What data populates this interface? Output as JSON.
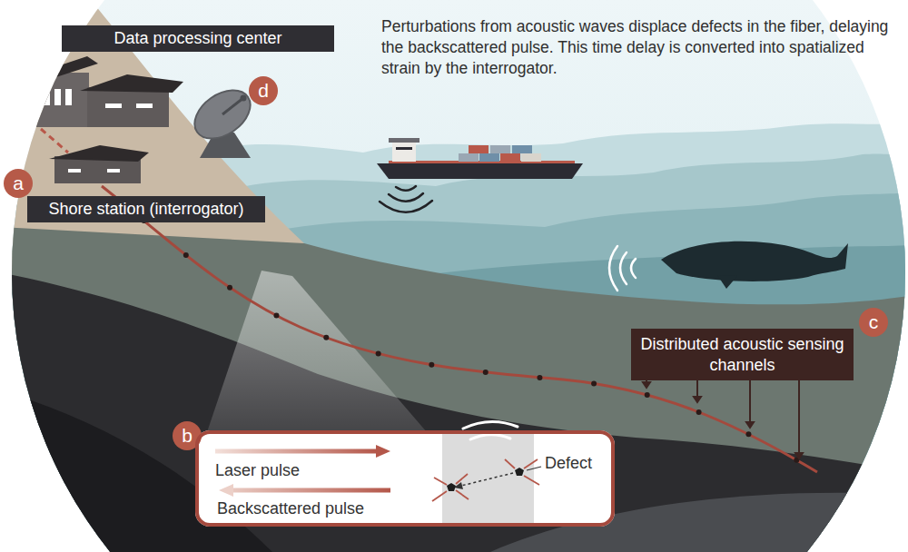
{
  "diagram": {
    "nodes": [
      {
        "text": [
          "Data processing center"
        ]
      },
      {
        "text": [
          "d"
        ]
      },
      {
        "text": [
          "a"
        ]
      },
      {
        "text": [
          "Shore station (interrogator)"
        ]
      },
      {
        "text": [
          "c"
        ]
      },
      {
        "text": [
          "Distributed acoustic sensing channels"
        ]
      },
      {
        "text": [
          "b"
        ]
      },
      {
        "text": [
          "Laser pulse",
          "Backscattered pulse",
          "Defect"
        ]
      }
    ],
    "labels": [
      "Perturbations from acoustic waves displace defects in the fiber, delaying the backscattered pulse. This time delay is converted into spatialized strain by the interrogator."
    ]
  }
}
